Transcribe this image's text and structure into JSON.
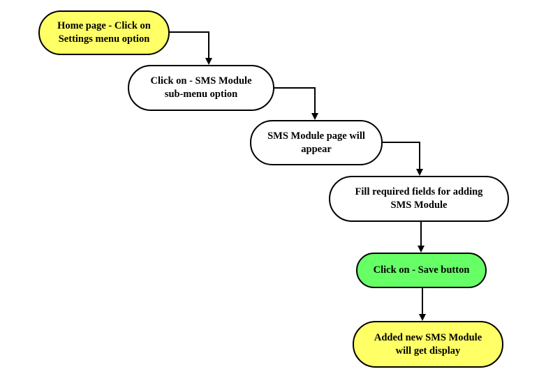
{
  "colors": {
    "start_fill": "#ffff66",
    "process_fill": "#ffffff",
    "action_fill": "#66ff66",
    "end_fill": "#ffff66",
    "stroke": "#000000"
  },
  "steps": [
    {
      "label": "Home page - Click on\nSettings menu option",
      "role": "start"
    },
    {
      "label": "Click on - SMS Module\nsub-menu option",
      "role": "process"
    },
    {
      "label": "SMS Module page will\nappear",
      "role": "process"
    },
    {
      "label": "Fill required fields for adding\nSMS Module",
      "role": "process"
    },
    {
      "label": "Click on - Save button",
      "role": "action"
    },
    {
      "label": "Added new SMS Module\nwill get display",
      "role": "end"
    }
  ]
}
